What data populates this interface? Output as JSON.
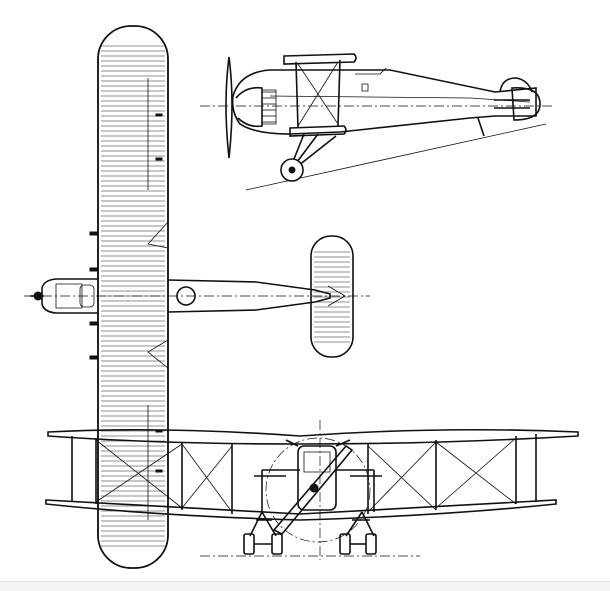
{
  "figure": {
    "views": [
      "side-view",
      "plan-view",
      "front-view"
    ],
    "background": "#ffffff",
    "line_color": "#111111"
  }
}
